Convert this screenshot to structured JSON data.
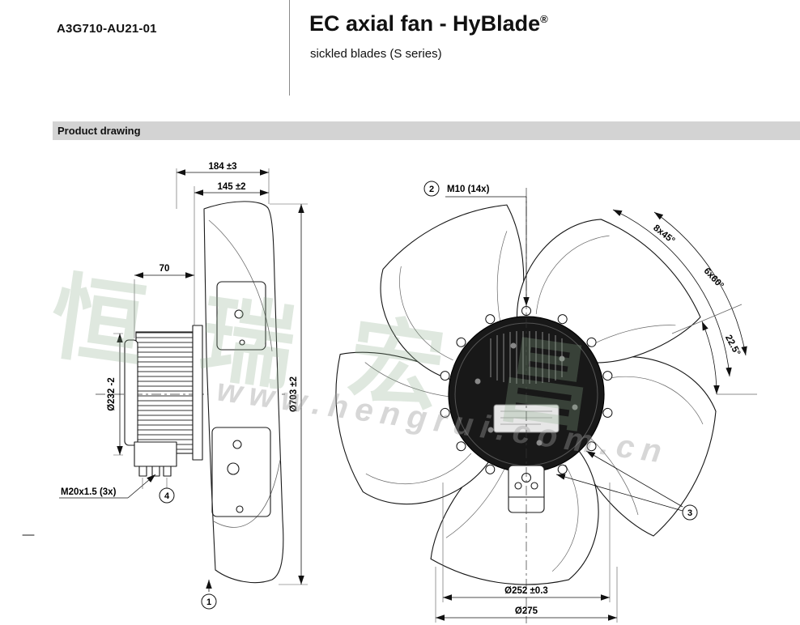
{
  "header": {
    "part_number": "A3G710-AU21-01",
    "title": "EC axial fan - HyBlade",
    "registered": "®",
    "subtitle": "sickled blades (S series)"
  },
  "section_bar": {
    "label": "Product drawing"
  },
  "watermark": {
    "cn": "恒瑞宏昌",
    "latin": "www.hengrui.com.cn"
  },
  "side_view": {
    "dim_depth_total": "184 ±3",
    "dim_depth_blade": "145 ±2",
    "dim_motor_depth": "70",
    "dim_motor_dia": "Ø232 -2",
    "dim_fan_dia": "Ø703 ±2",
    "label_gland": "M20x1.5 (3x)",
    "callout_impeller": "1",
    "callout_gland": "4"
  },
  "front_view": {
    "label_bolt": "M10 (14x)",
    "dim_angle_45": "8x45°",
    "dim_angle_60": "6x60°",
    "dim_angle_225": "22.5°",
    "dim_bolt_circle": "Ø252 ±0.3",
    "dim_hub_dia": "Ø275",
    "callout_bolt_top": "2",
    "callout_bolt_side": "3"
  }
}
